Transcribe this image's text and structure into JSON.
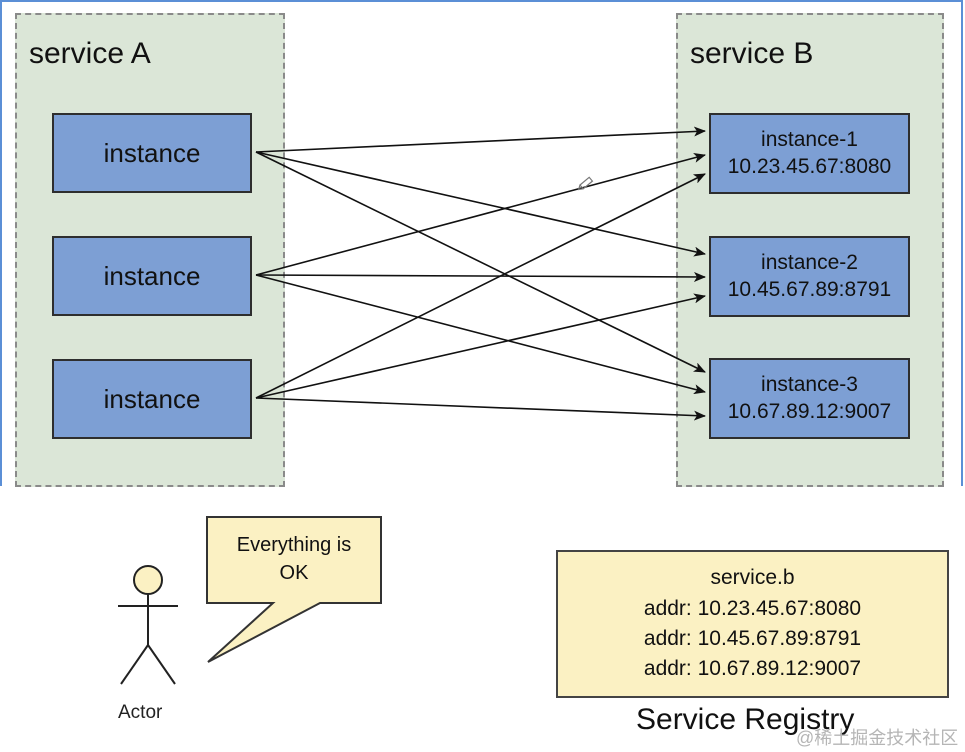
{
  "service_a": {
    "title": "service A",
    "instances": [
      "instance",
      "instance",
      "instance"
    ]
  },
  "service_b": {
    "title": "service B",
    "instances": [
      {
        "name": "instance-1",
        "addr": "10.23.45.67:8080"
      },
      {
        "name": "instance-2",
        "addr": "10.45.67.89:8791"
      },
      {
        "name": "instance-3",
        "addr": "10.67.89.12:9007"
      }
    ]
  },
  "speech_bubble": {
    "lines": [
      "Everything is",
      "OK"
    ]
  },
  "actor": {
    "label": "Actor"
  },
  "registry": {
    "title": "Service Registry",
    "service": "service.b",
    "addrs": [
      "addr: 10.23.45.67:8080",
      "addr: 10.45.67.89:8791",
      "addr: 10.67.89.12:9007"
    ]
  },
  "watermark": "@稀土掘金技术社区",
  "colors": {
    "service_bg": "#dbe6d7",
    "instance_fill": "#7d9fd4",
    "bubble_fill": "#fbf1c3",
    "actor_head": "#fbf1c3",
    "registry_fill": "#fbf1c3"
  }
}
